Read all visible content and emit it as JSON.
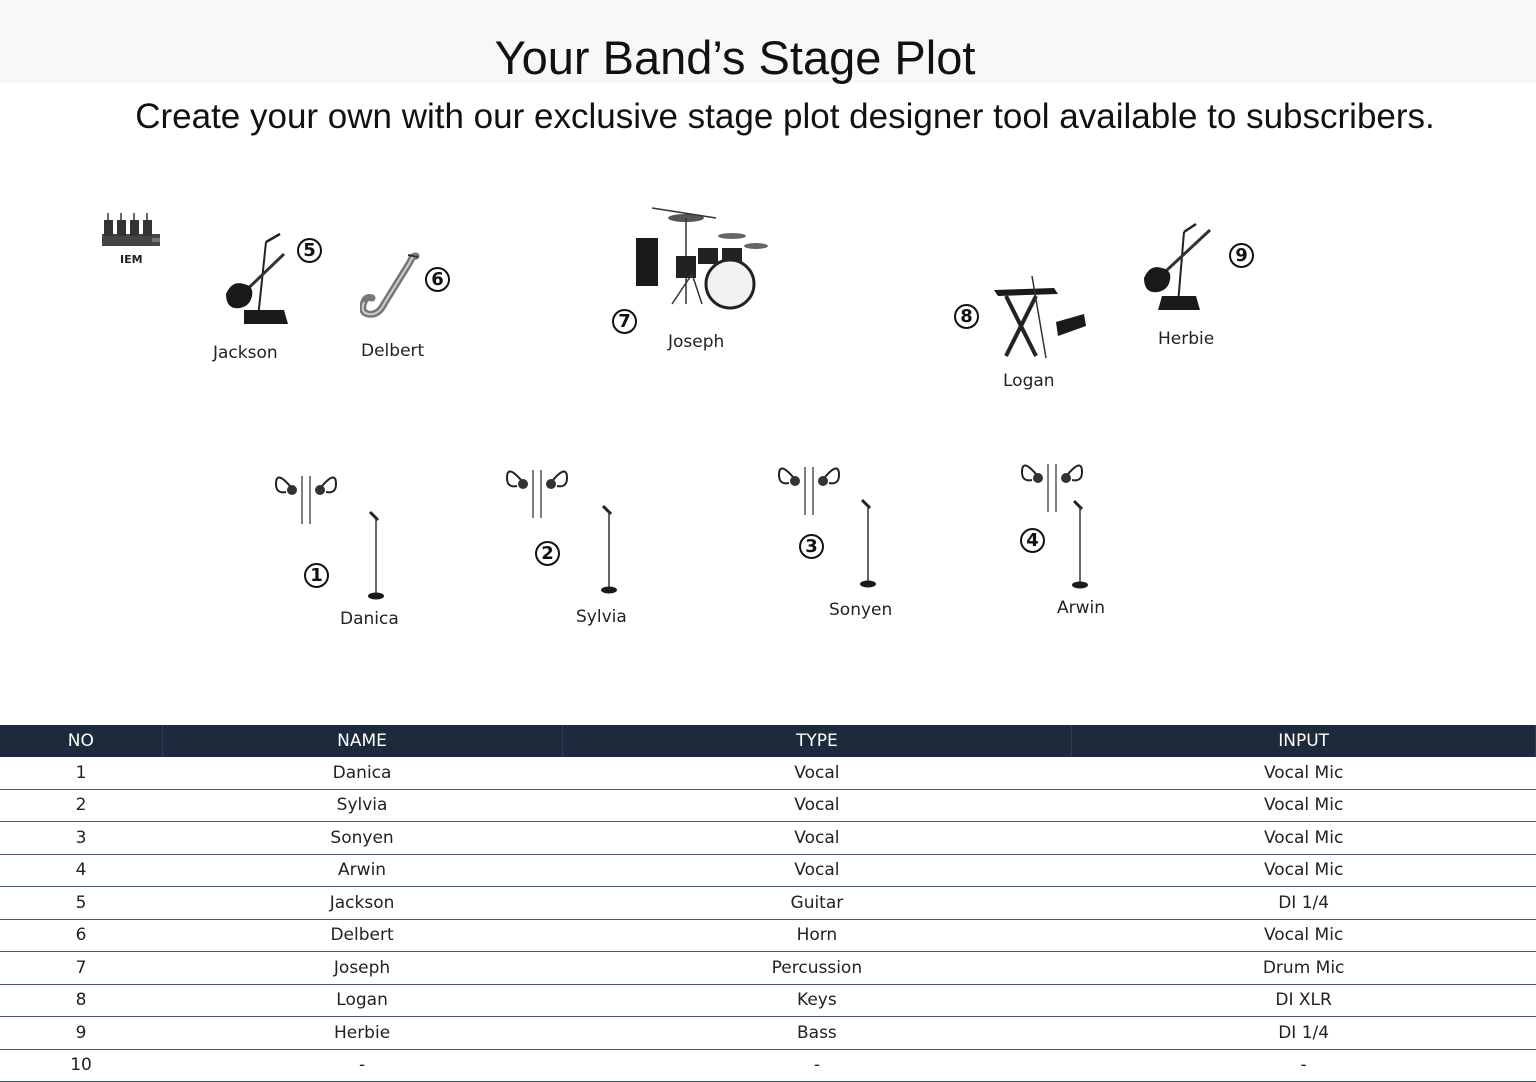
{
  "header": {
    "title": "Your Band’s Stage Plot",
    "subtitle": "Create your own with our exclusive stage plot designer tool available to subscribers."
  },
  "stage": {
    "iem_label": "IEM",
    "back_line": [
      {
        "number": "5",
        "name": "Jackson",
        "instrument": "electric-guitar"
      },
      {
        "number": "6",
        "name": "Delbert",
        "instrument": "saxophone"
      },
      {
        "number": "7",
        "name": "Joseph",
        "instrument": "drum-kit"
      },
      {
        "number": "8",
        "name": "Logan",
        "instrument": "keyboard"
      },
      {
        "number": "9",
        "name": "Herbie",
        "instrument": "bass-guitar"
      }
    ],
    "front_line": [
      {
        "number": "1",
        "name": "Danica",
        "instrument": "vocal-mic"
      },
      {
        "number": "2",
        "name": "Sylvia",
        "instrument": "vocal-mic"
      },
      {
        "number": "3",
        "name": "Sonyen",
        "instrument": "vocal-mic"
      },
      {
        "number": "4",
        "name": "Arwin",
        "instrument": "vocal-mic"
      }
    ]
  },
  "table": {
    "headers": {
      "no": "NO",
      "name": "NAME",
      "type": "TYPE",
      "input": "INPUT"
    },
    "rows": [
      {
        "no": "1",
        "name": "Danica",
        "type": "Vocal",
        "input": "Vocal Mic"
      },
      {
        "no": "2",
        "name": "Sylvia",
        "type": "Vocal",
        "input": "Vocal Mic"
      },
      {
        "no": "3",
        "name": "Sonyen",
        "type": "Vocal",
        "input": "Vocal Mic"
      },
      {
        "no": "4",
        "name": "Arwin",
        "type": "Vocal",
        "input": "Vocal Mic"
      },
      {
        "no": "5",
        "name": "Jackson",
        "type": "Guitar",
        "input": "DI 1/4"
      },
      {
        "no": "6",
        "name": "Delbert",
        "type": "Horn",
        "input": "Vocal Mic"
      },
      {
        "no": "7",
        "name": "Joseph",
        "type": "Percussion",
        "input": "Drum Mic"
      },
      {
        "no": "8",
        "name": "Logan",
        "type": "Keys",
        "input": "DI XLR"
      },
      {
        "no": "9",
        "name": "Herbie",
        "type": "Bass",
        "input": "DI 1/4"
      },
      {
        "no": "10",
        "name": "-",
        "type": "-",
        "input": "-"
      }
    ]
  },
  "colors": {
    "header_bg": "#1d2a3b",
    "row_divider": "#4a5b6e",
    "top_band": "#faf7f7"
  }
}
